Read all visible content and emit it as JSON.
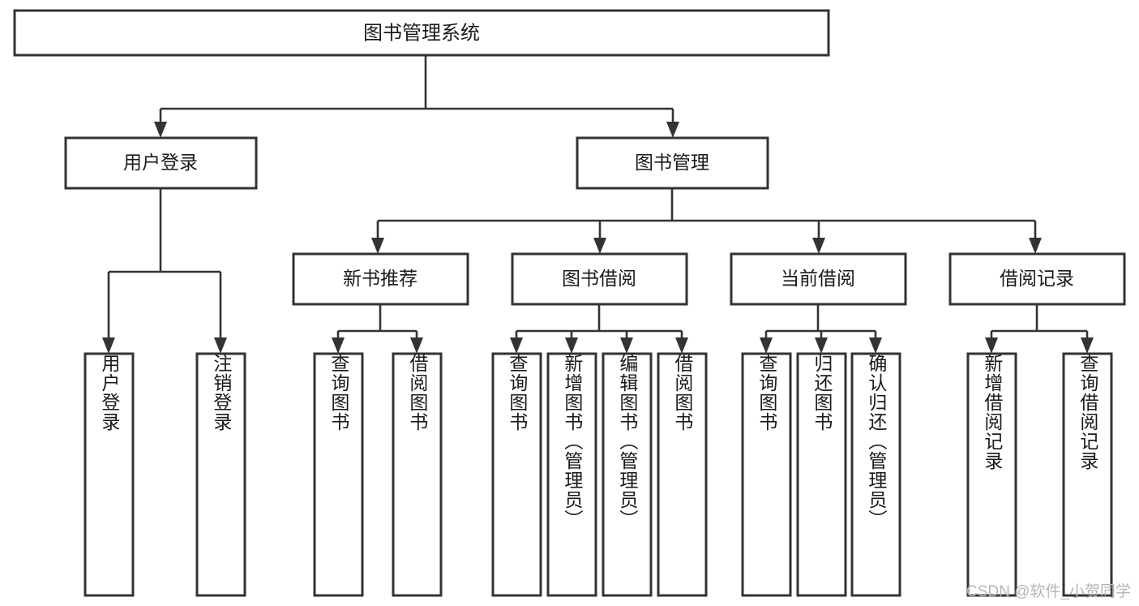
{
  "diagram": {
    "type": "tree",
    "title": "图书管理系统",
    "orientation": "top-down",
    "colors": {
      "box_stroke": "#333333",
      "box_fill": "#ffffff",
      "connector": "#333333",
      "text": "#1a1a1a",
      "watermark": "#b6b6b6",
      "background": "#ffffff"
    }
  },
  "root": {
    "label": "图书管理系统"
  },
  "level2": [
    {
      "label": "用户登录"
    },
    {
      "label": "图书管理"
    }
  ],
  "level3": [
    {
      "label": "新书推荐"
    },
    {
      "label": "图书借阅"
    },
    {
      "label": "当前借阅"
    },
    {
      "label": "借阅记录"
    }
  ],
  "leaves": {
    "user_login": [
      {
        "label": "用户登录"
      },
      {
        "label": "注销登录"
      }
    ],
    "new_book_recommend": [
      {
        "label": "查询图书"
      },
      {
        "label": "借阅图书"
      }
    ],
    "book_borrow": [
      {
        "label": "查询图书"
      },
      {
        "label": "新增图书（管理员）"
      },
      {
        "label": "编辑图书（管理员）"
      },
      {
        "label": "借阅图书"
      }
    ],
    "current_borrow": [
      {
        "label": "查询图书"
      },
      {
        "label": "归还图书"
      },
      {
        "label": "确认归还（管理员）"
      }
    ],
    "borrow_record": [
      {
        "label": "新增借阅记录"
      },
      {
        "label": "查询借阅记录"
      }
    ]
  },
  "watermark": {
    "text": "CSDN @软件_小贺同学"
  }
}
